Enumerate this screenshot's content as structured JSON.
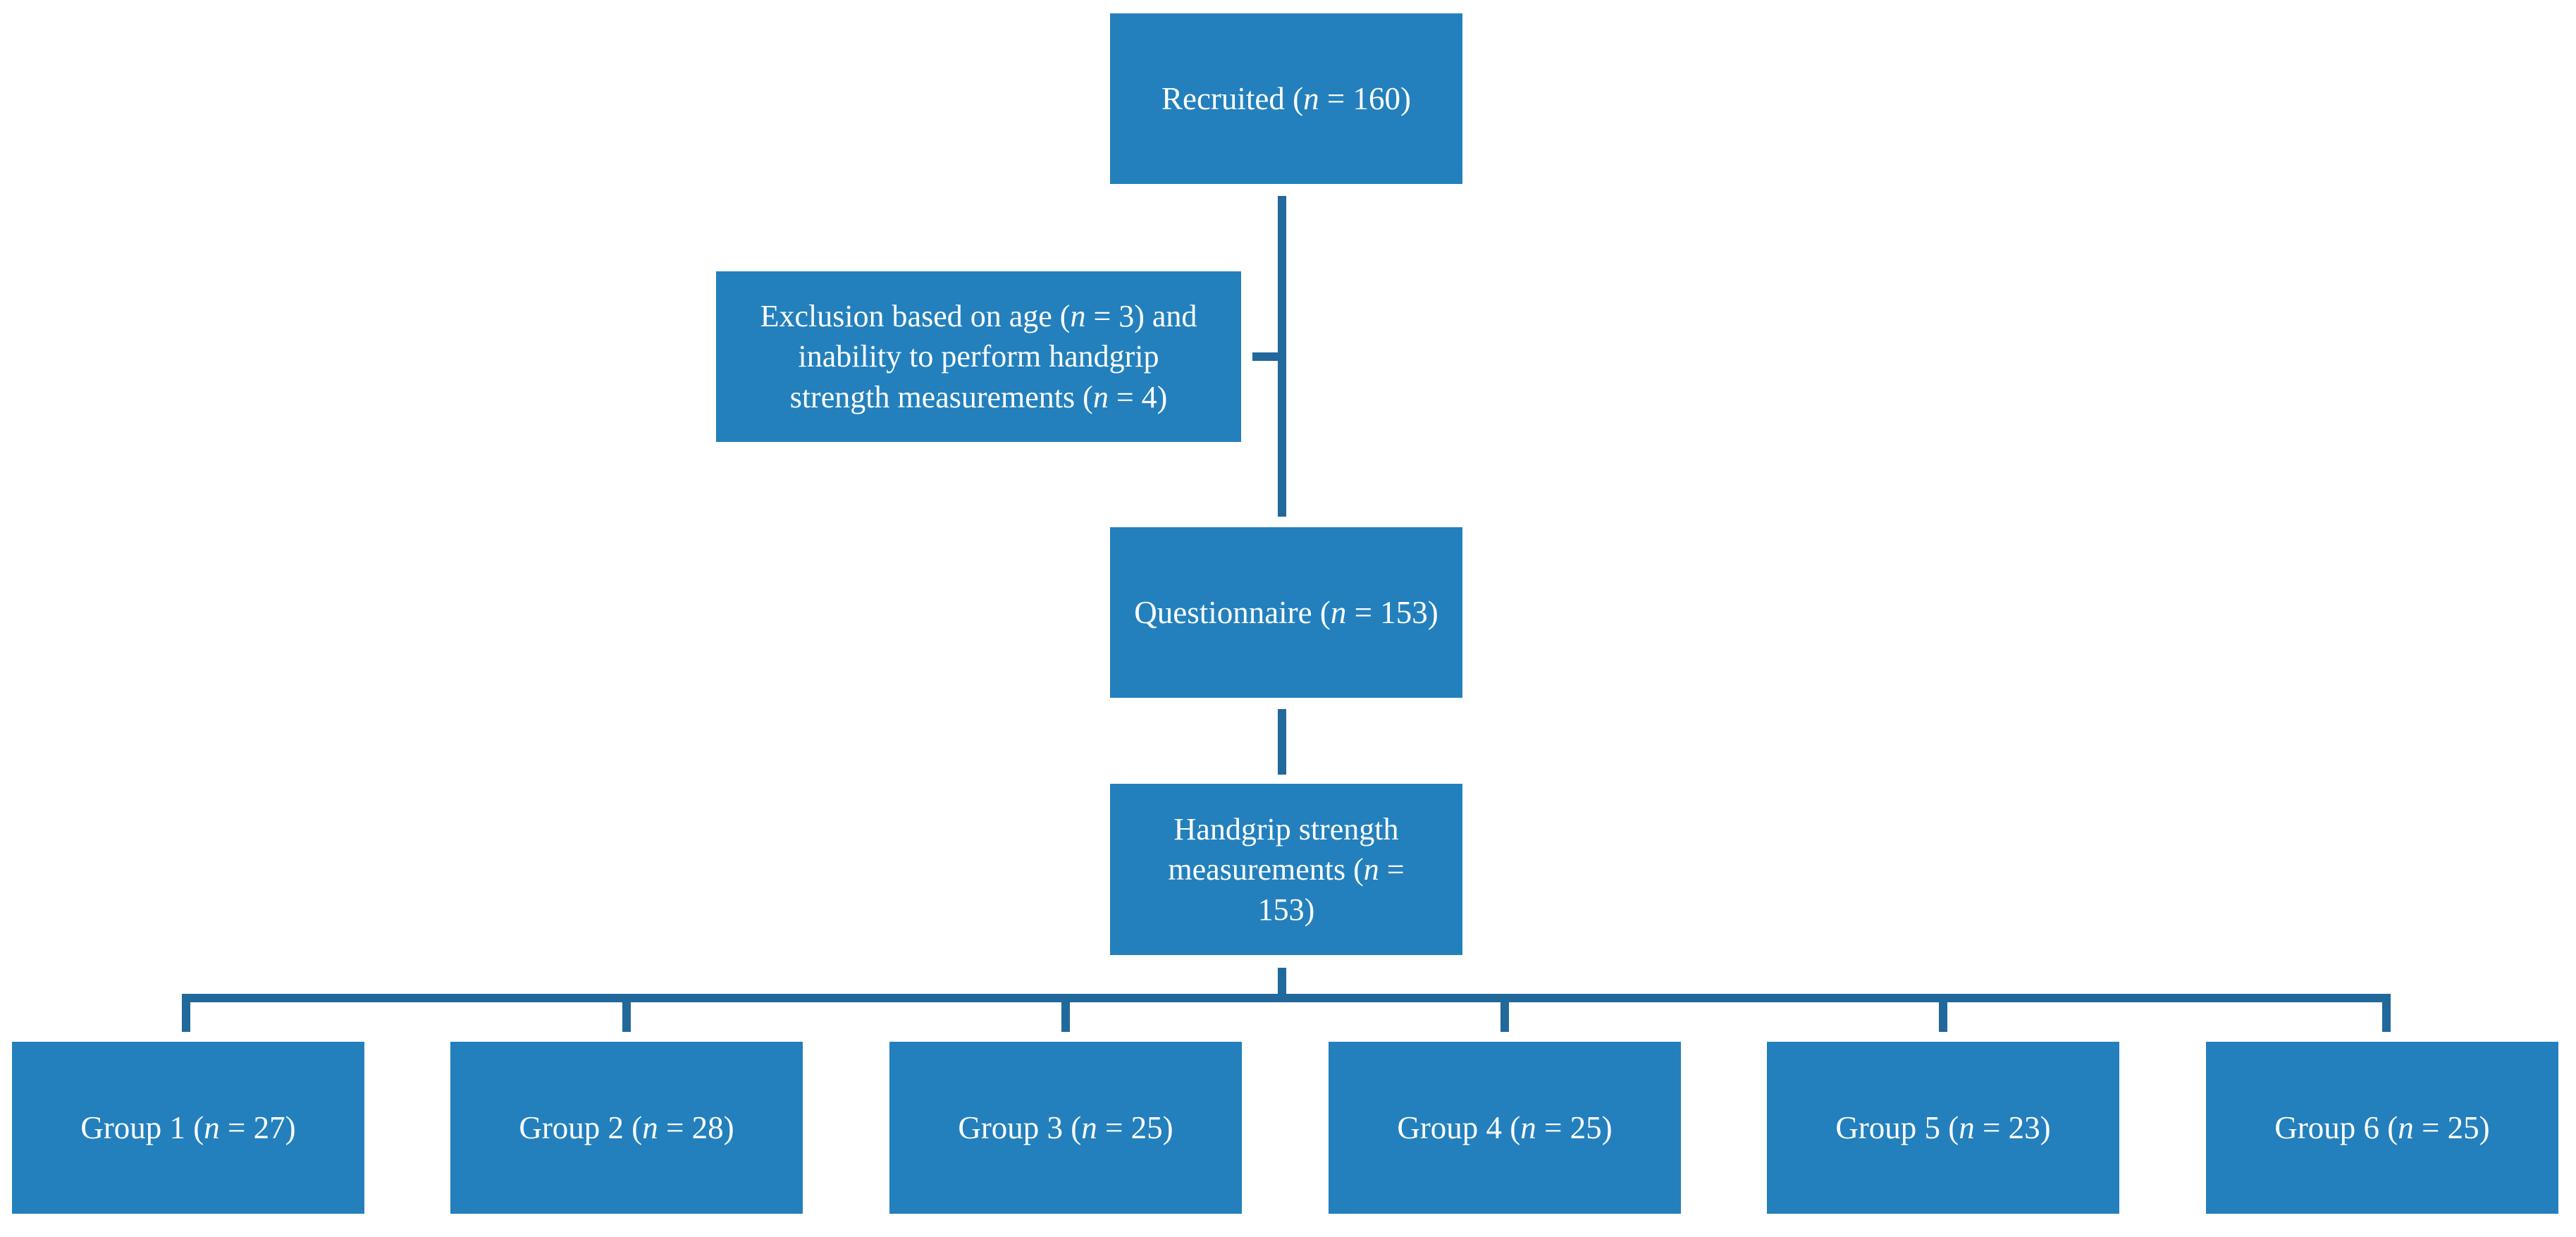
{
  "flowchart": {
    "recruited": {
      "text": "Recruited (",
      "n": "n",
      "rest": " = 160)"
    },
    "exclusion": {
      "lines": [
        {
          "text": "Exclusion based on age (",
          "n": "n",
          "rest": " = 3) and"
        },
        {
          "text": "inability to perform handgrip",
          "n": "",
          "rest": ""
        },
        {
          "text": "strength measurements (",
          "n": "n",
          "rest": " = 4)"
        }
      ]
    },
    "questionnaire": {
      "text": "Questionnaire (",
      "n": "n",
      "rest": " = 153)"
    },
    "handgrip": {
      "lines": [
        {
          "text": "Handgrip strength",
          "n": "",
          "rest": ""
        },
        {
          "text": "measurements (",
          "n": "n",
          "rest": " ="
        },
        {
          "text": "153)",
          "n": "",
          "rest": ""
        }
      ]
    },
    "groups": [
      {
        "text": "Group 1 (",
        "n": "n",
        "rest": " = 27)"
      },
      {
        "text": "Group 2 (",
        "n": "n",
        "rest": " = 28)"
      },
      {
        "text": "Group 3 (",
        "n": "n",
        "rest": " = 25)"
      },
      {
        "text": "Group 4 (",
        "n": "n",
        "rest": " = 25)"
      },
      {
        "text": "Group 5 (",
        "n": "n",
        "rest": " = 23)"
      },
      {
        "text": "Group 6 (",
        "n": "n",
        "rest": " = 25)"
      }
    ]
  },
  "colors": {
    "box_fill": "#2380bd",
    "connector": "#21689b",
    "text": "#ffffff"
  }
}
